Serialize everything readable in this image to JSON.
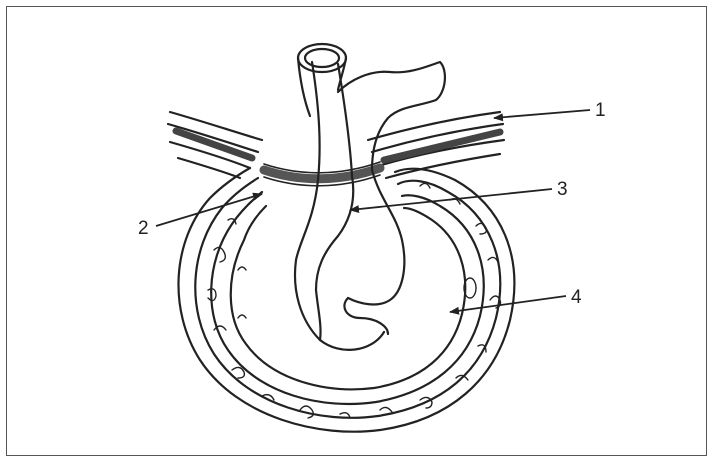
{
  "figure": {
    "labels": [
      "1",
      "2",
      "3",
      "4"
    ]
  },
  "colors": {
    "ink": "#222222",
    "frame": "#555555",
    "background": "#ffffff"
  }
}
